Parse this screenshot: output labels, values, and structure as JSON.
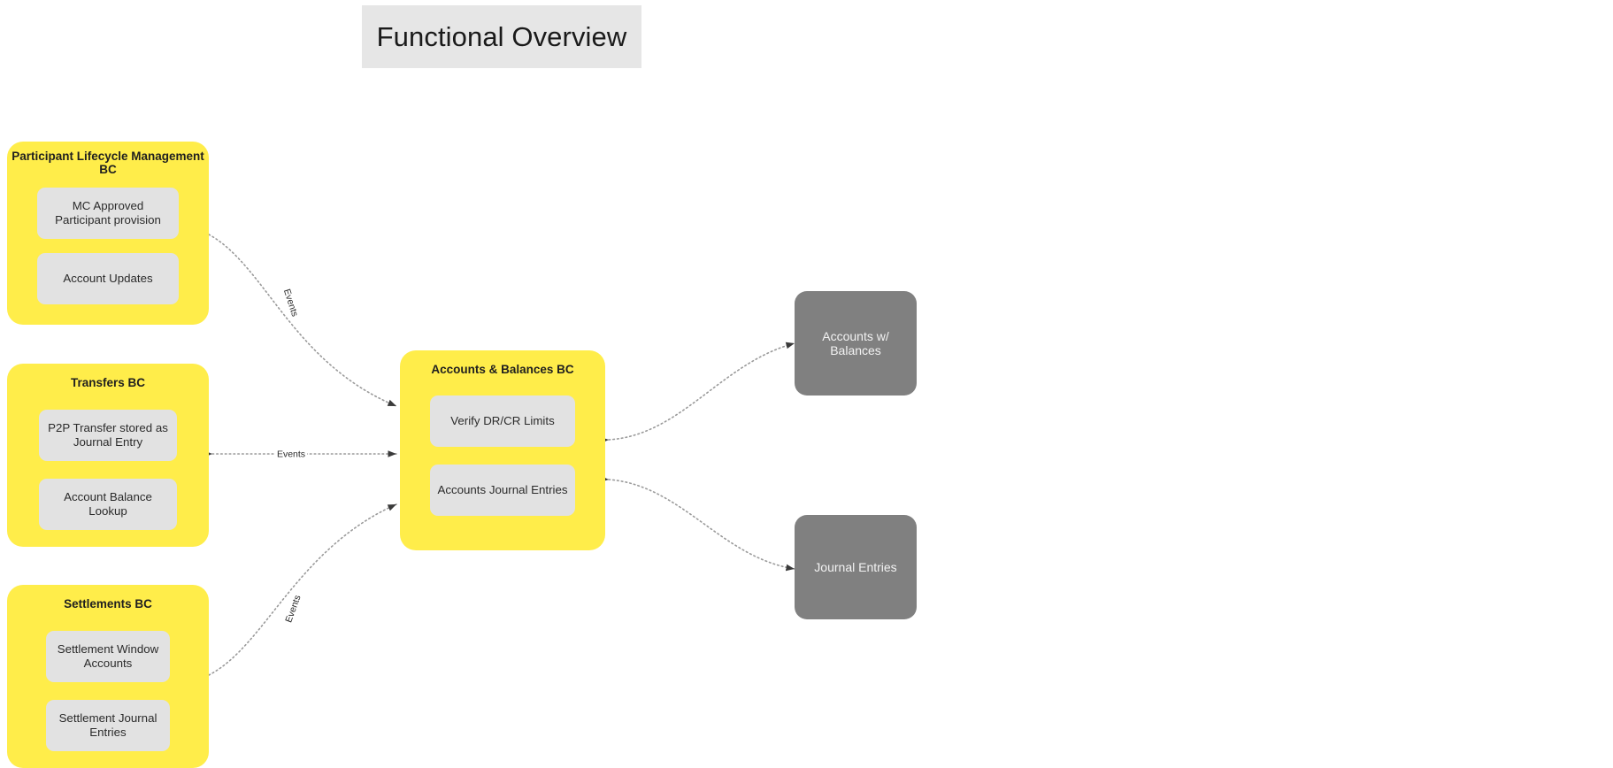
{
  "diagram": {
    "title": "Functional Overview",
    "background": "#ffffff",
    "colors": {
      "title_bg": "#e6e6e6",
      "context_bg": "#ffed4a",
      "node_bg": "#e2e2e2",
      "store_bg": "#808080",
      "edge": "#9a9a9a",
      "text": "#2b2b2b"
    },
    "contexts": [
      {
        "id": "participant-lifecycle-management-bc",
        "title": "Participant Lifecycle Management BC",
        "nodes": [
          {
            "id": "mc-approved-participant-provision",
            "label": "MC Approved Participant provision"
          },
          {
            "id": "account-updates",
            "label": "Account Updates"
          }
        ]
      },
      {
        "id": "transfers-bc",
        "title": "Transfers BC",
        "nodes": [
          {
            "id": "p2p-transfer-stored-as-journal-entry",
            "label": "P2P Transfer stored as Journal Entry"
          },
          {
            "id": "account-balance-lookup",
            "label": "Account Balance Lookup"
          }
        ]
      },
      {
        "id": "settlements-bc",
        "title": "Settlements BC",
        "nodes": [
          {
            "id": "settlement-window-accounts",
            "label": "Settlement Window Accounts"
          },
          {
            "id": "settlement-journal-entries",
            "label": "Settlement Journal Entries"
          }
        ]
      },
      {
        "id": "accounts-balances-bc",
        "title": "Accounts & Balances BC",
        "nodes": [
          {
            "id": "verify-dr-cr-limits",
            "label": "Verify DR/CR Limits"
          },
          {
            "id": "accounts-journal-entries",
            "label": "Accounts Journal Entries"
          }
        ]
      }
    ],
    "stores": [
      {
        "id": "accounts-w-balances",
        "label": "Accounts w/ Balances"
      },
      {
        "id": "journal-entries",
        "label": "Journal Entries"
      }
    ],
    "edges": [
      {
        "id": "edge-participant-to-accounts",
        "from": "participant-lifecycle-management-bc",
        "to": "accounts-balances-bc",
        "label": "Events",
        "style": "dotted",
        "direction": "one-way",
        "label_orientation": "rotated"
      },
      {
        "id": "edge-transfers-to-accounts",
        "from": "transfers-bc",
        "to": "accounts-balances-bc",
        "label": "Events",
        "style": "dotted",
        "direction": "two-way",
        "label_orientation": "horizontal"
      },
      {
        "id": "edge-settlements-to-accounts",
        "from": "settlements-bc",
        "to": "accounts-balances-bc",
        "label": "Events",
        "style": "dotted",
        "direction": "one-way",
        "label_orientation": "rotated"
      },
      {
        "id": "edge-accounts-to-accounts-w-balances",
        "from": "accounts-balances-bc",
        "to": "accounts-w-balances",
        "label": "",
        "style": "dotted",
        "direction": "two-way",
        "label_orientation": "none"
      },
      {
        "id": "edge-accounts-to-journal-entries",
        "from": "accounts-balances-bc",
        "to": "journal-entries",
        "label": "",
        "style": "dotted",
        "direction": "two-way",
        "label_orientation": "none"
      }
    ]
  }
}
